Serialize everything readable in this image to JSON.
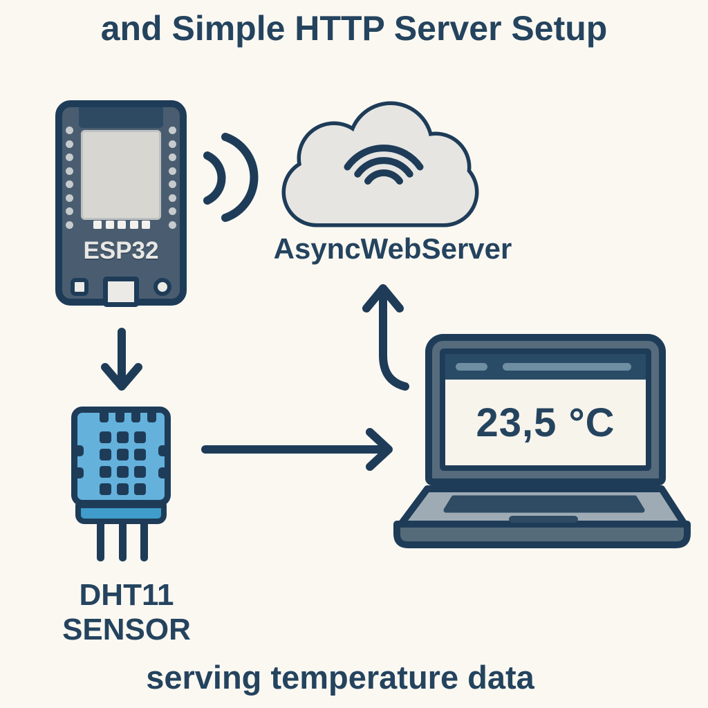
{
  "title": "and Simple HTTP Server Setup",
  "footer": "serving temperature data",
  "esp32": {
    "label": "ESP32"
  },
  "server": {
    "label": "AsyncWebServer"
  },
  "sensor": {
    "label_line1": "DHT11",
    "label_line2": "SENSOR"
  },
  "laptop": {
    "temperature": "23,5 °C"
  },
  "icons": {
    "wifi_waves": "two-arc-radio-signal",
    "cloud": "cloud-outline",
    "cloud_wifi": "three-arc-wifi",
    "arrow_down": "↓",
    "arrow_right": "→",
    "arrow_up_curved": "↑"
  },
  "colors": {
    "background": "#faf8f1",
    "ink": "#24435e",
    "navy": "#1e3c58",
    "board": "#4a5d70",
    "board_band": "#2e4a63",
    "shield": "#d7d6d1",
    "pin": "#c6cbce",
    "cloud": "#e6e5e1",
    "sensor_body": "#64b1dc",
    "sensor_base": "#3f9ccb",
    "laptop_bezel": "#566b7c",
    "laptop_topbar": "#2a4b66",
    "laptop_screen": "#f7f4ec",
    "laptop_pill": "#6f8ea3",
    "laptop_deck": "#9fabb4",
    "laptop_keys": "#2e4b63",
    "laptop_bottom": "#566b7a"
  }
}
